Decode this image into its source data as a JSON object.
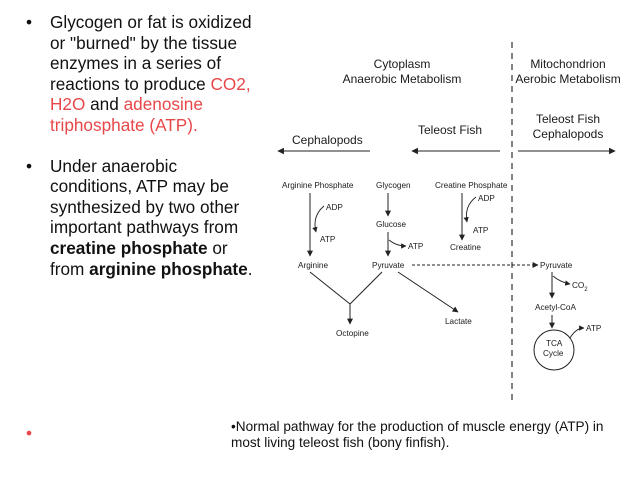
{
  "bullets": {
    "b1": {
      "pre": "Glycogen or fat is oxidized or \"burned\" by the tissue enzymes in a series of reactions to produce ",
      "red1": "CO2, H2O",
      "mid": " and ",
      "red2": "adenosine triphosphate (ATP)."
    },
    "b2": {
      "pre": "Under anaerobic conditions, ATP may be synthesized by two other important pathways from ",
      "bold1": "creatine phosphate",
      "mid": " or from ",
      "bold2": "arginine phosphate",
      "post": "."
    },
    "dot": "•"
  },
  "caption": "•Normal pathway for the production of muscle energy (ATP) in most living teleost fish (bony finfish).",
  "diagram": {
    "cytoplasm": "Cytoplasm",
    "anaerobic": "Anaerobic Metabolism",
    "mitochondrion": "Mitochondrion",
    "aerobic": "Aerobic Metabolism",
    "cephalopods_left": "Cephalopods",
    "teleost_mid": "Teleost Fish",
    "teleost_right": "Teleost Fish",
    "cephalopods_right": "Cephalopods",
    "arginine_phosphate": "Arginine Phosphate",
    "glycogen": "Glycogen",
    "creatine_phosphate": "Creatine Phosphate",
    "adp1": "ADP",
    "adp2": "ADP",
    "atp1": "ATP",
    "atp2": "ATP",
    "atp3": "ATP",
    "atp4": "ATP",
    "glucose": "Glucose",
    "creatine": "Creatine",
    "arginine": "Arginine",
    "pyruvate1": "Pyruvate",
    "pyruvate2": "Pyruvate",
    "co2": "CO",
    "co2_sub": "2",
    "acetyl_coa": "Acetyl-CoA",
    "lactate": "Lactate",
    "octopine": "Octopine",
    "tca": "TCA",
    "cycle": "Cycle"
  }
}
